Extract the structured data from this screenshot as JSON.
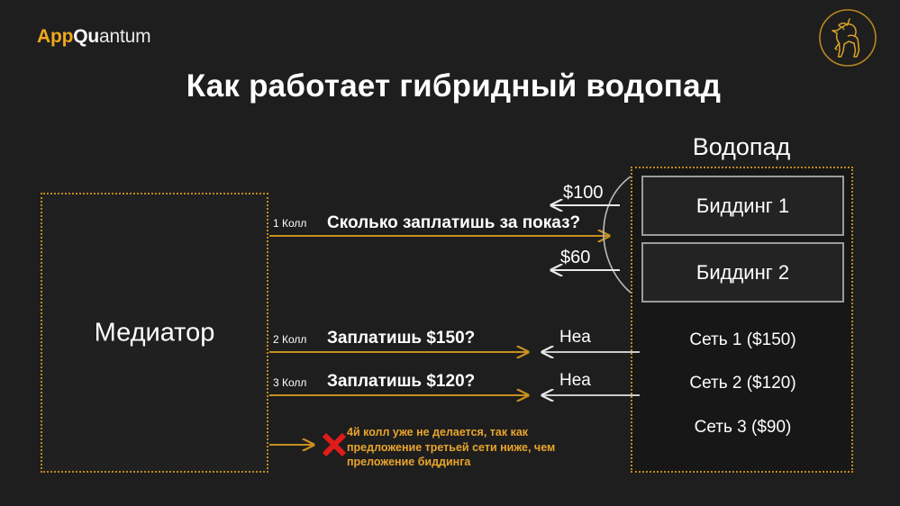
{
  "brand": {
    "logo_app": "App",
    "logo_qu": "Qu",
    "logo_antum": "antum",
    "emblem_icon": "unicorn-emblem-icon",
    "accent_color": "#f0a81e",
    "gold_border_color": "#c08a1e",
    "background_color": "#1e1e1e"
  },
  "title": "Как работает гибридный водопад",
  "mediator": {
    "label": "Медиатор"
  },
  "waterfall": {
    "heading": "Водопад",
    "bidding": [
      {
        "label": "Биддинг 1"
      },
      {
        "label": "Биддинг 2"
      }
    ],
    "networks": [
      {
        "label": "Сеть 1 ($150)"
      },
      {
        "label": "Сеть 2 ($120)"
      },
      {
        "label": "Сеть 3 ($90)"
      }
    ]
  },
  "flows": [
    {
      "call_label": "1 Колл",
      "question": "Сколько заплатишь за показ?",
      "responses": [
        "$100",
        "$60"
      ]
    },
    {
      "call_label": "2 Колл",
      "question": "Заплатишь $150?",
      "response": "Неа"
    },
    {
      "call_label": "3 Колл",
      "question": "Заплатишь $120?",
      "response": "Неа"
    }
  ],
  "note": {
    "icon": "red-cross-icon",
    "line1": "4й колл уже не делается, так как",
    "line2": "предложение третьей сети ниже, чем",
    "line3": "преложение биддинга",
    "color": "#e8a42c"
  }
}
